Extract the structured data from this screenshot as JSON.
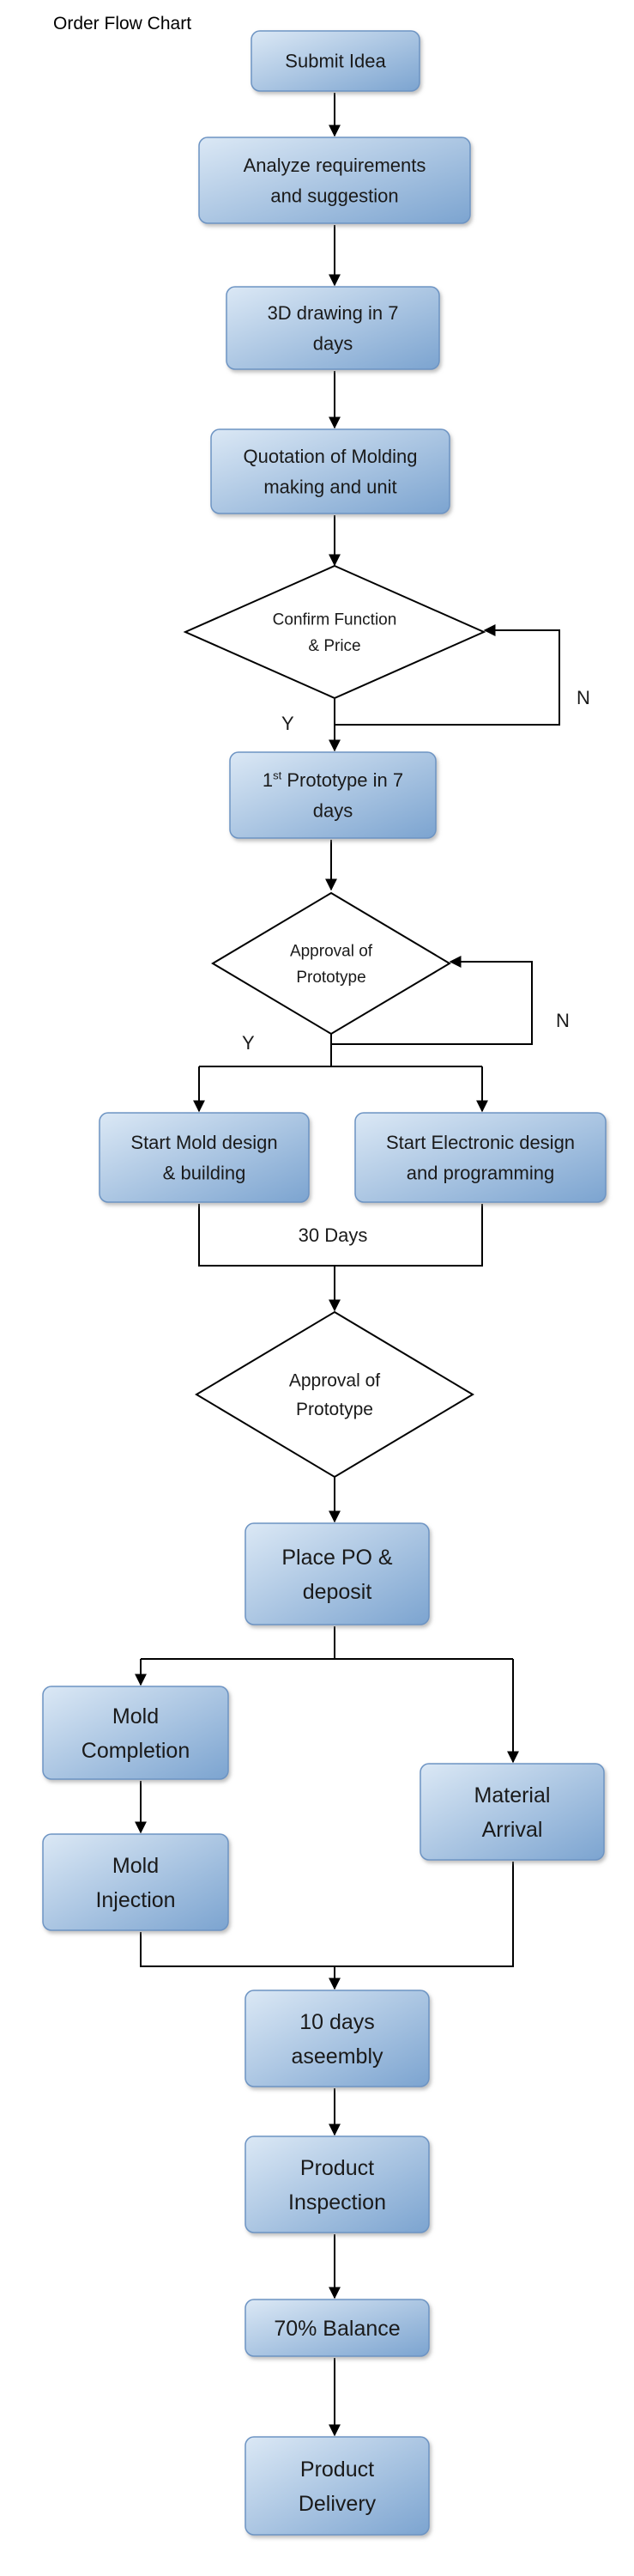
{
  "title": "Order Flow Chart",
  "colors": {
    "box_top": "#dbe8f5",
    "box_bottom": "#7ca4d0",
    "box_border": "#6d94c3",
    "line": "#000000"
  },
  "nodes": [
    {
      "id": "submit_idea",
      "shape": "box",
      "lines": [
        "Submit Idea"
      ]
    },
    {
      "id": "analyze",
      "shape": "box",
      "lines": [
        "Analyze requirements",
        "and suggestion"
      ]
    },
    {
      "id": "drawing_3d",
      "shape": "box",
      "lines": [
        "3D drawing in 7",
        "days"
      ]
    },
    {
      "id": "quotation",
      "shape": "box",
      "lines": [
        "Quotation of Molding",
        "making and unit"
      ]
    },
    {
      "id": "confirm",
      "shape": "decision",
      "lines": [
        "Confirm Function",
        "& Price"
      ]
    },
    {
      "id": "prototype_1",
      "shape": "box",
      "lines": [
        "1",
        "st",
        " Prototype in 7",
        "days"
      ]
    },
    {
      "id": "approval_1",
      "shape": "decision",
      "lines": [
        "Approval of",
        "Prototype"
      ]
    },
    {
      "id": "mold_design",
      "shape": "box",
      "lines": [
        "Start Mold design",
        "& building"
      ]
    },
    {
      "id": "electronic_design",
      "shape": "box",
      "lines": [
        "Start Electronic design",
        "and programming"
      ]
    },
    {
      "id": "approval_2",
      "shape": "decision",
      "lines": [
        "Approval of",
        "Prototype"
      ]
    },
    {
      "id": "place_po",
      "shape": "box",
      "lines": [
        "Place PO &",
        "deposit"
      ]
    },
    {
      "id": "mold_completion",
      "shape": "box",
      "lines": [
        "Mold",
        "Completion"
      ]
    },
    {
      "id": "material_arrival",
      "shape": "box",
      "lines": [
        "Material",
        "Arrival"
      ]
    },
    {
      "id": "mold_injection",
      "shape": "box",
      "lines": [
        "Mold",
        "Injection"
      ]
    },
    {
      "id": "assembly",
      "shape": "box",
      "lines": [
        "10 days",
        "aseembly"
      ]
    },
    {
      "id": "inspection",
      "shape": "box",
      "lines": [
        "Product",
        "Inspection"
      ]
    },
    {
      "id": "balance",
      "shape": "box",
      "lines": [
        "70% Balance"
      ]
    },
    {
      "id": "delivery",
      "shape": "box",
      "lines": [
        "Product",
        "Delivery"
      ]
    }
  ],
  "edge_labels": {
    "confirm_yes": "Y",
    "confirm_no": "N",
    "approval_yes": "Y",
    "approval_no": "N",
    "duration": "30 Days"
  }
}
